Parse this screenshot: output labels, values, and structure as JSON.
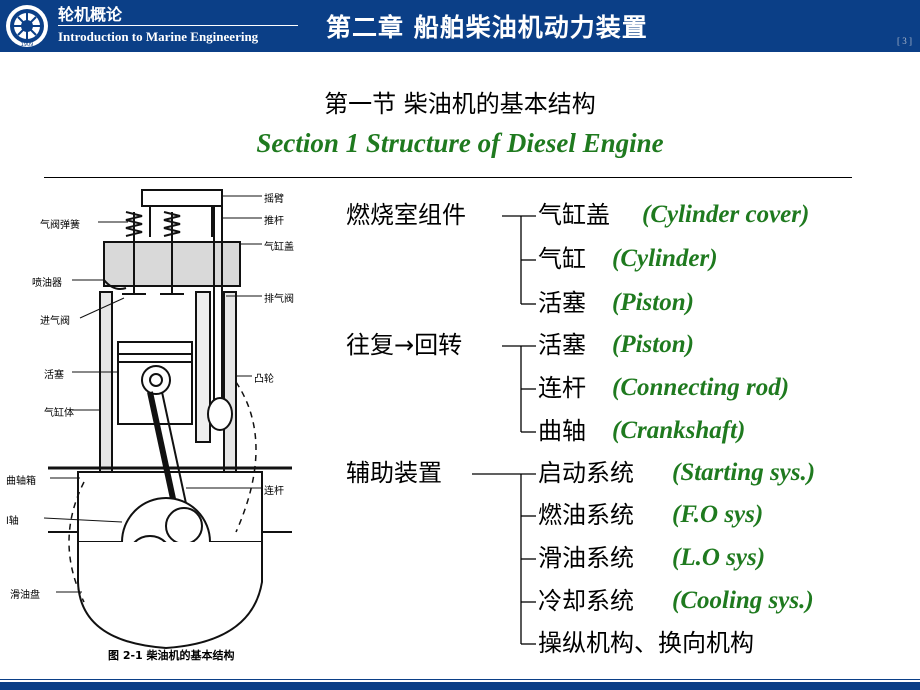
{
  "header": {
    "course_cn": "轮机概论",
    "course_en": "Introduction to Marine Engineering",
    "chapter": "第二章  船舶柴油机动力装置",
    "page": "[ 3 ]",
    "logo_year": "1909"
  },
  "section": {
    "title_cn": "第一节  柴油机的基本结构",
    "title_en": "Section 1    Structure of Diesel Engine"
  },
  "figure": {
    "caption": "图 2-1    柴油机的基本结构",
    "labels": {
      "rocker": "摇臂",
      "push_rod": "推杆",
      "valve_spring": "气阀弹簧",
      "cylinder_cover": "气缸盖",
      "injector": "喷油器",
      "exhaust_valve": "排气阀",
      "intake_valve": "进气阀",
      "cam": "凸轮",
      "piston": "活塞",
      "cylinder_block": "气缸体",
      "crankcase": "曲轴箱",
      "con_rod": "连杆",
      "crankshaft": "l轴",
      "oil_pan": "滑油盘"
    }
  },
  "tree": {
    "groups": [
      {
        "label": "燃烧室组件",
        "items": [
          {
            "cn": "气缸盖",
            "en": "(Cylinder cover)"
          },
          {
            "cn": "气缸",
            "en": "(Cylinder)"
          },
          {
            "cn": "活塞",
            "en": "(Piston)"
          }
        ]
      },
      {
        "label_pre": "往复",
        "arrow": "→",
        "label_post": "回转",
        "items": [
          {
            "cn": "活塞",
            "en": "(Piston)"
          },
          {
            "cn": "连杆",
            "en": "(Connecting rod)"
          },
          {
            "cn": "曲轴",
            "en": "(Crankshaft)"
          }
        ]
      },
      {
        "label": "辅助装置",
        "items": [
          {
            "cn": "启动系统",
            "en": "(Starting sys.)"
          },
          {
            "cn": "燃油系统",
            "en": "(F.O sys)"
          },
          {
            "cn": "滑油系统",
            "en": "(L.O sys)"
          },
          {
            "cn": "冷却系统",
            "en": "(Cooling sys.)"
          },
          {
            "cn": "操纵机构、换向机构",
            "en": ""
          }
        ]
      }
    ]
  },
  "colors": {
    "header_bg": "#0b3f87",
    "english_green": "#1f7a1f"
  }
}
